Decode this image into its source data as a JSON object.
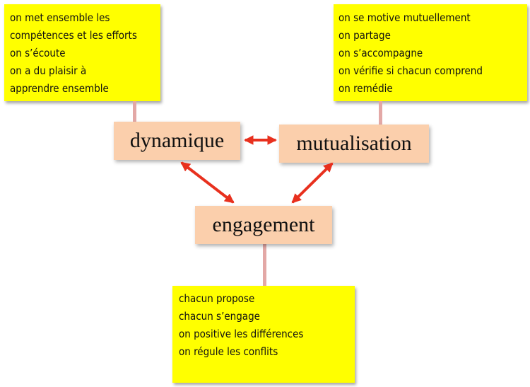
{
  "concepts": {
    "dynamique": "dynamique",
    "mutualisation": "mutualisation",
    "engagement": "engagement"
  },
  "notes": {
    "dynamique": [
      "on met ensemble les",
      "compétences et les efforts",
      "on s’écoute",
      "on a du plaisir à",
      "apprendre ensemble"
    ],
    "mutualisation": [
      "on se motive mutuellement",
      "on partage",
      "on s’accompagne",
      "on vérifie si chacun comprend",
      "on remédie"
    ],
    "engagement": [
      "chacun propose",
      "chacun s’engage",
      "on positive les différences",
      "on régule les conflits"
    ]
  },
  "colors": {
    "note_fill": "#ffff00",
    "concept_fill": "#fbcfac",
    "arrow": "#e8301e",
    "connector": "#e3a8a6"
  }
}
